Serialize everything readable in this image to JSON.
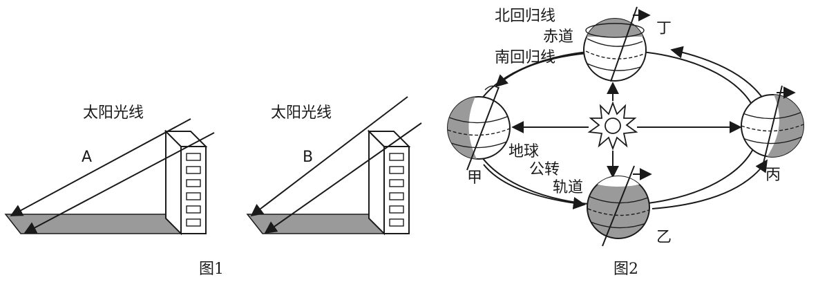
{
  "figure1": {
    "left": {
      "sun_label": "太阳光线",
      "letter": "A"
    },
    "right": {
      "sun_label": "太阳光线",
      "letter": "B"
    },
    "caption": "图1"
  },
  "figure2": {
    "labels": {
      "north_tropic": "北回归线",
      "equator": "赤道",
      "south_tropic": "南回归线",
      "earth": "地球",
      "revolution": "公转",
      "orbit": "轨道"
    },
    "positions": {
      "jia": "甲",
      "yi": "乙",
      "bing": "丙",
      "ding": "丁"
    },
    "caption": "图2"
  }
}
